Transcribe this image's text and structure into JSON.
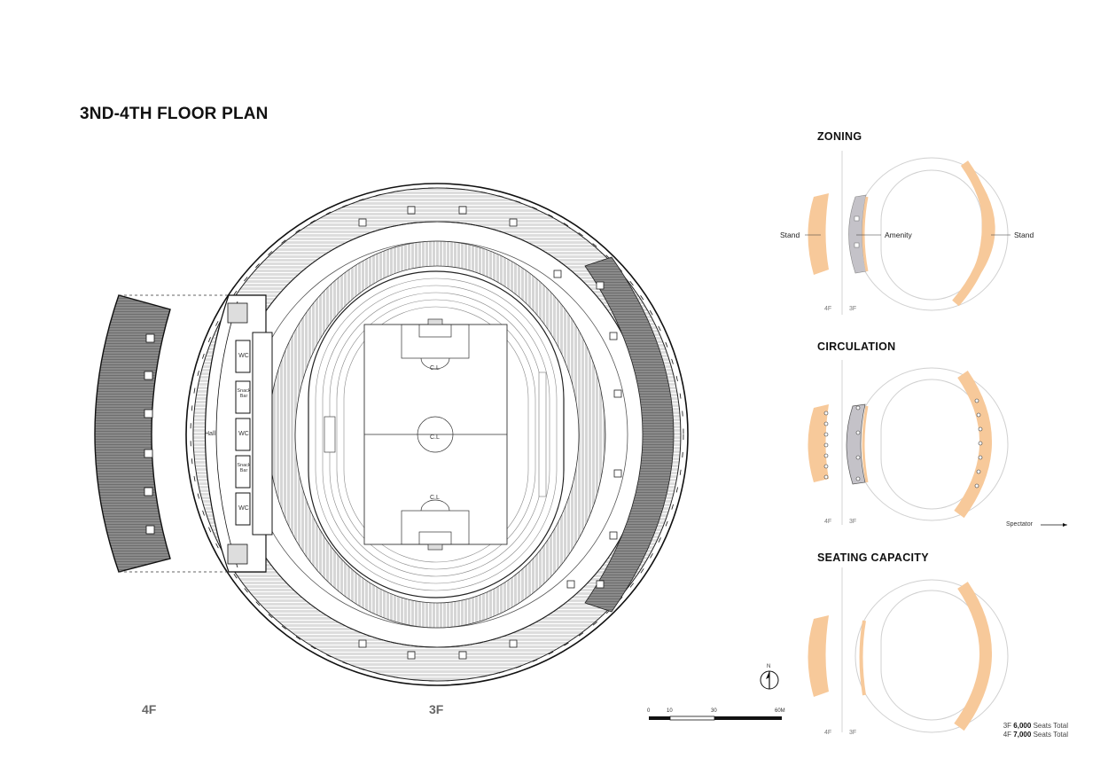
{
  "title": "3ND-4TH FLOOR PLAN",
  "plan": {
    "floor_4f": "4F",
    "floor_3f": "3F",
    "hall": "Hall",
    "rooms": [
      "WC",
      "Snack Bar",
      "WC",
      "Snack Bar",
      "WC"
    ],
    "center_line": "C.L",
    "north": "N",
    "scale_ticks": [
      "0",
      "10",
      "30",
      "60M"
    ]
  },
  "zoning": {
    "title": "ZONING",
    "stand_left": "Stand",
    "amenity": "Amenity",
    "stand_right": "Stand",
    "fl4": "4F",
    "fl3": "3F"
  },
  "circulation": {
    "title": "CIRCULATION",
    "spectator": "Spectator",
    "fl4": "4F",
    "fl3": "3F"
  },
  "seating": {
    "title": "SEATING CAPACITY",
    "fl4": "4F",
    "fl3": "3F",
    "line1_floor": "3F",
    "line1_num": "6,000",
    "line1_text": "Seats Total",
    "line2_floor": "4F",
    "line2_num": "7,000",
    "line2_text": "Seats Total"
  },
  "colors": {
    "stand": "#f7c99a",
    "amenity": "#c4c2c8",
    "line": "#111111"
  }
}
